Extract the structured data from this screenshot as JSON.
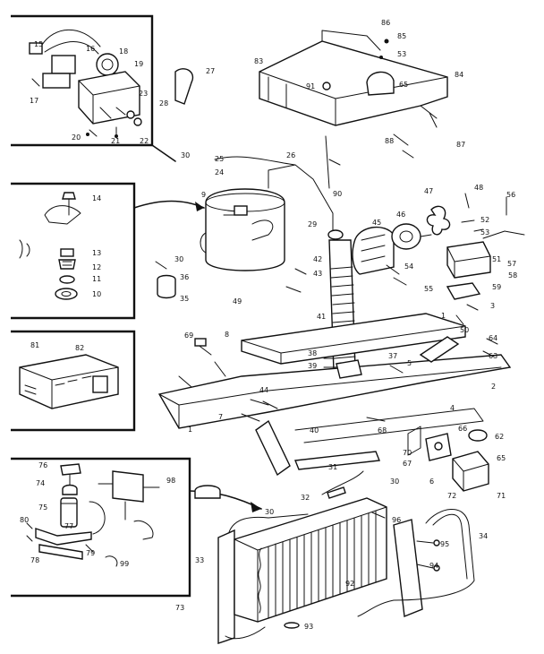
{
  "colors": {
    "ink": "#111111",
    "paper": "#ffffff"
  },
  "callouts": [
    {
      "id": "c15",
      "text": "15"
    },
    {
      "id": "c16",
      "text": "16"
    },
    {
      "id": "c18",
      "text": "18"
    },
    {
      "id": "c19",
      "text": "19"
    },
    {
      "id": "c17",
      "text": "17"
    },
    {
      "id": "c23",
      "text": "23"
    },
    {
      "id": "c20",
      "text": "20"
    },
    {
      "id": "c21",
      "text": "21"
    },
    {
      "id": "c22",
      "text": "22"
    },
    {
      "id": "c27",
      "text": "27"
    },
    {
      "id": "c28",
      "text": "28"
    },
    {
      "id": "c14",
      "text": "14"
    },
    {
      "id": "c13",
      "text": "13"
    },
    {
      "id": "c12",
      "text": "12"
    },
    {
      "id": "c11",
      "text": "11"
    },
    {
      "id": "c10",
      "text": "10"
    },
    {
      "id": "c81",
      "text": "81"
    },
    {
      "id": "c82",
      "text": "82"
    },
    {
      "id": "c76",
      "text": "76"
    },
    {
      "id": "c74",
      "text": "74"
    },
    {
      "id": "c75",
      "text": "75"
    },
    {
      "id": "c80",
      "text": "80"
    },
    {
      "id": "c77",
      "text": "77"
    },
    {
      "id": "c78",
      "text": "78"
    },
    {
      "id": "c79",
      "text": "79"
    },
    {
      "id": "c98",
      "text": "98"
    },
    {
      "id": "c99",
      "text": "99"
    },
    {
      "id": "c86",
      "text": "86"
    },
    {
      "id": "c85",
      "text": "85"
    },
    {
      "id": "c83",
      "text": "83"
    },
    {
      "id": "c53",
      "text": "53"
    },
    {
      "id": "c84",
      "text": "84"
    },
    {
      "id": "c91",
      "text": "91"
    },
    {
      "id": "c65",
      "text": "65"
    },
    {
      "id": "c88",
      "text": "88"
    },
    {
      "id": "c87",
      "text": "87"
    },
    {
      "id": "c30a",
      "text": "30"
    },
    {
      "id": "c25",
      "text": "25"
    },
    {
      "id": "c26",
      "text": "26"
    },
    {
      "id": "c24",
      "text": "24"
    },
    {
      "id": "c9",
      "text": "9"
    },
    {
      "id": "c90",
      "text": "90"
    },
    {
      "id": "c48",
      "text": "48"
    },
    {
      "id": "c56",
      "text": "56"
    },
    {
      "id": "c47",
      "text": "47"
    },
    {
      "id": "c45",
      "text": "45"
    },
    {
      "id": "c46",
      "text": "46"
    },
    {
      "id": "c52",
      "text": "52"
    },
    {
      "id": "c29",
      "text": "29"
    },
    {
      "id": "c53b",
      "text": "53"
    },
    {
      "id": "c42",
      "text": "42"
    },
    {
      "id": "c43",
      "text": "43"
    },
    {
      "id": "c51",
      "text": "51"
    },
    {
      "id": "c57",
      "text": "57"
    },
    {
      "id": "c58",
      "text": "58"
    },
    {
      "id": "c59",
      "text": "59"
    },
    {
      "id": "c54",
      "text": "54"
    },
    {
      "id": "c55",
      "text": "55"
    },
    {
      "id": "c30b",
      "text": "30"
    },
    {
      "id": "c36",
      "text": "36"
    },
    {
      "id": "c35",
      "text": "35"
    },
    {
      "id": "c49",
      "text": "49"
    },
    {
      "id": "c41",
      "text": "41"
    },
    {
      "id": "c1",
      "text": "1"
    },
    {
      "id": "c3",
      "text": "3"
    },
    {
      "id": "c50",
      "text": "50"
    },
    {
      "id": "c64",
      "text": "64"
    },
    {
      "id": "c8",
      "text": "8"
    },
    {
      "id": "c69",
      "text": "69"
    },
    {
      "id": "c38",
      "text": "38"
    },
    {
      "id": "c39",
      "text": "39"
    },
    {
      "id": "c37",
      "text": "37"
    },
    {
      "id": "c63",
      "text": "63"
    },
    {
      "id": "c5",
      "text": "5"
    },
    {
      "id": "c2",
      "text": "2"
    },
    {
      "id": "c44",
      "text": "44"
    },
    {
      "id": "c7",
      "text": "7"
    },
    {
      "id": "c4",
      "text": "4"
    },
    {
      "id": "c40",
      "text": "40"
    },
    {
      "id": "c68",
      "text": "68"
    },
    {
      "id": "c70",
      "text": "70"
    },
    {
      "id": "c66",
      "text": "66"
    },
    {
      "id": "c62",
      "text": "62"
    },
    {
      "id": "c67",
      "text": "67"
    },
    {
      "id": "c65b",
      "text": "65"
    },
    {
      "id": "c31",
      "text": "31"
    },
    {
      "id": "c30c",
      "text": "30"
    },
    {
      "id": "c72",
      "text": "72"
    },
    {
      "id": "c71",
      "text": "71"
    },
    {
      "id": "c6",
      "text": "6"
    },
    {
      "id": "c1b",
      "text": "1"
    },
    {
      "id": "c32",
      "text": "32"
    },
    {
      "id": "c30d",
      "text": "30"
    },
    {
      "id": "c96",
      "text": "96"
    },
    {
      "id": "c34",
      "text": "34"
    },
    {
      "id": "c95",
      "text": "95"
    },
    {
      "id": "c33",
      "text": "33"
    },
    {
      "id": "c94",
      "text": "94"
    },
    {
      "id": "c92",
      "text": "92"
    },
    {
      "id": "c73",
      "text": "73"
    },
    {
      "id": "c93",
      "text": "93"
    }
  ]
}
